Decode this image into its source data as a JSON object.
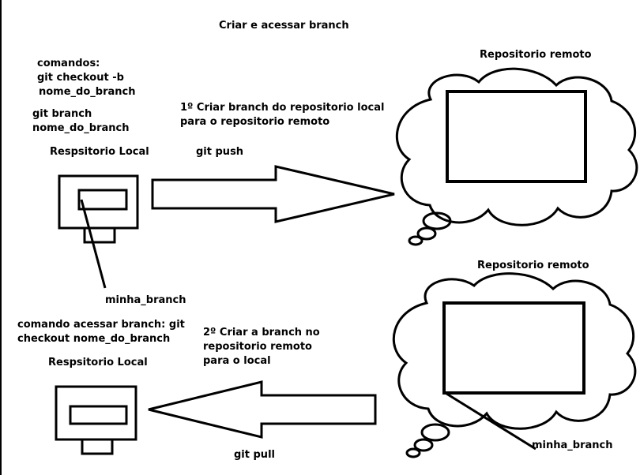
{
  "title": "Criar e acessar branch",
  "top": {
    "commands": {
      "heading": "comandos:",
      "line1": "git checkout -b",
      "line2": "nome_do_branch",
      "line3": "git branch",
      "line4": "nome_do_branch"
    },
    "local_label": "Respsitorio Local",
    "step_line1": "1º Criar branch do repositorio local",
    "step_line2": "para o repositorio remoto",
    "command": "git push",
    "remote_label": "Repositorio remoto",
    "branch_label": "minha_branch"
  },
  "bottom": {
    "access_line1": "comando acessar branch: git",
    "access_line2": "checkout nome_do_branch",
    "local_label": "Respsitorio Local",
    "step_line1": "2º Criar a branch no",
    "step_line2": "repositorio remoto",
    "step_line3": "para o local",
    "command": "git pull",
    "remote_label": "Repositorio remoto",
    "branch_label": "minha_branch"
  },
  "colors": {
    "ink": "#000000",
    "background": "#ffffff"
  }
}
